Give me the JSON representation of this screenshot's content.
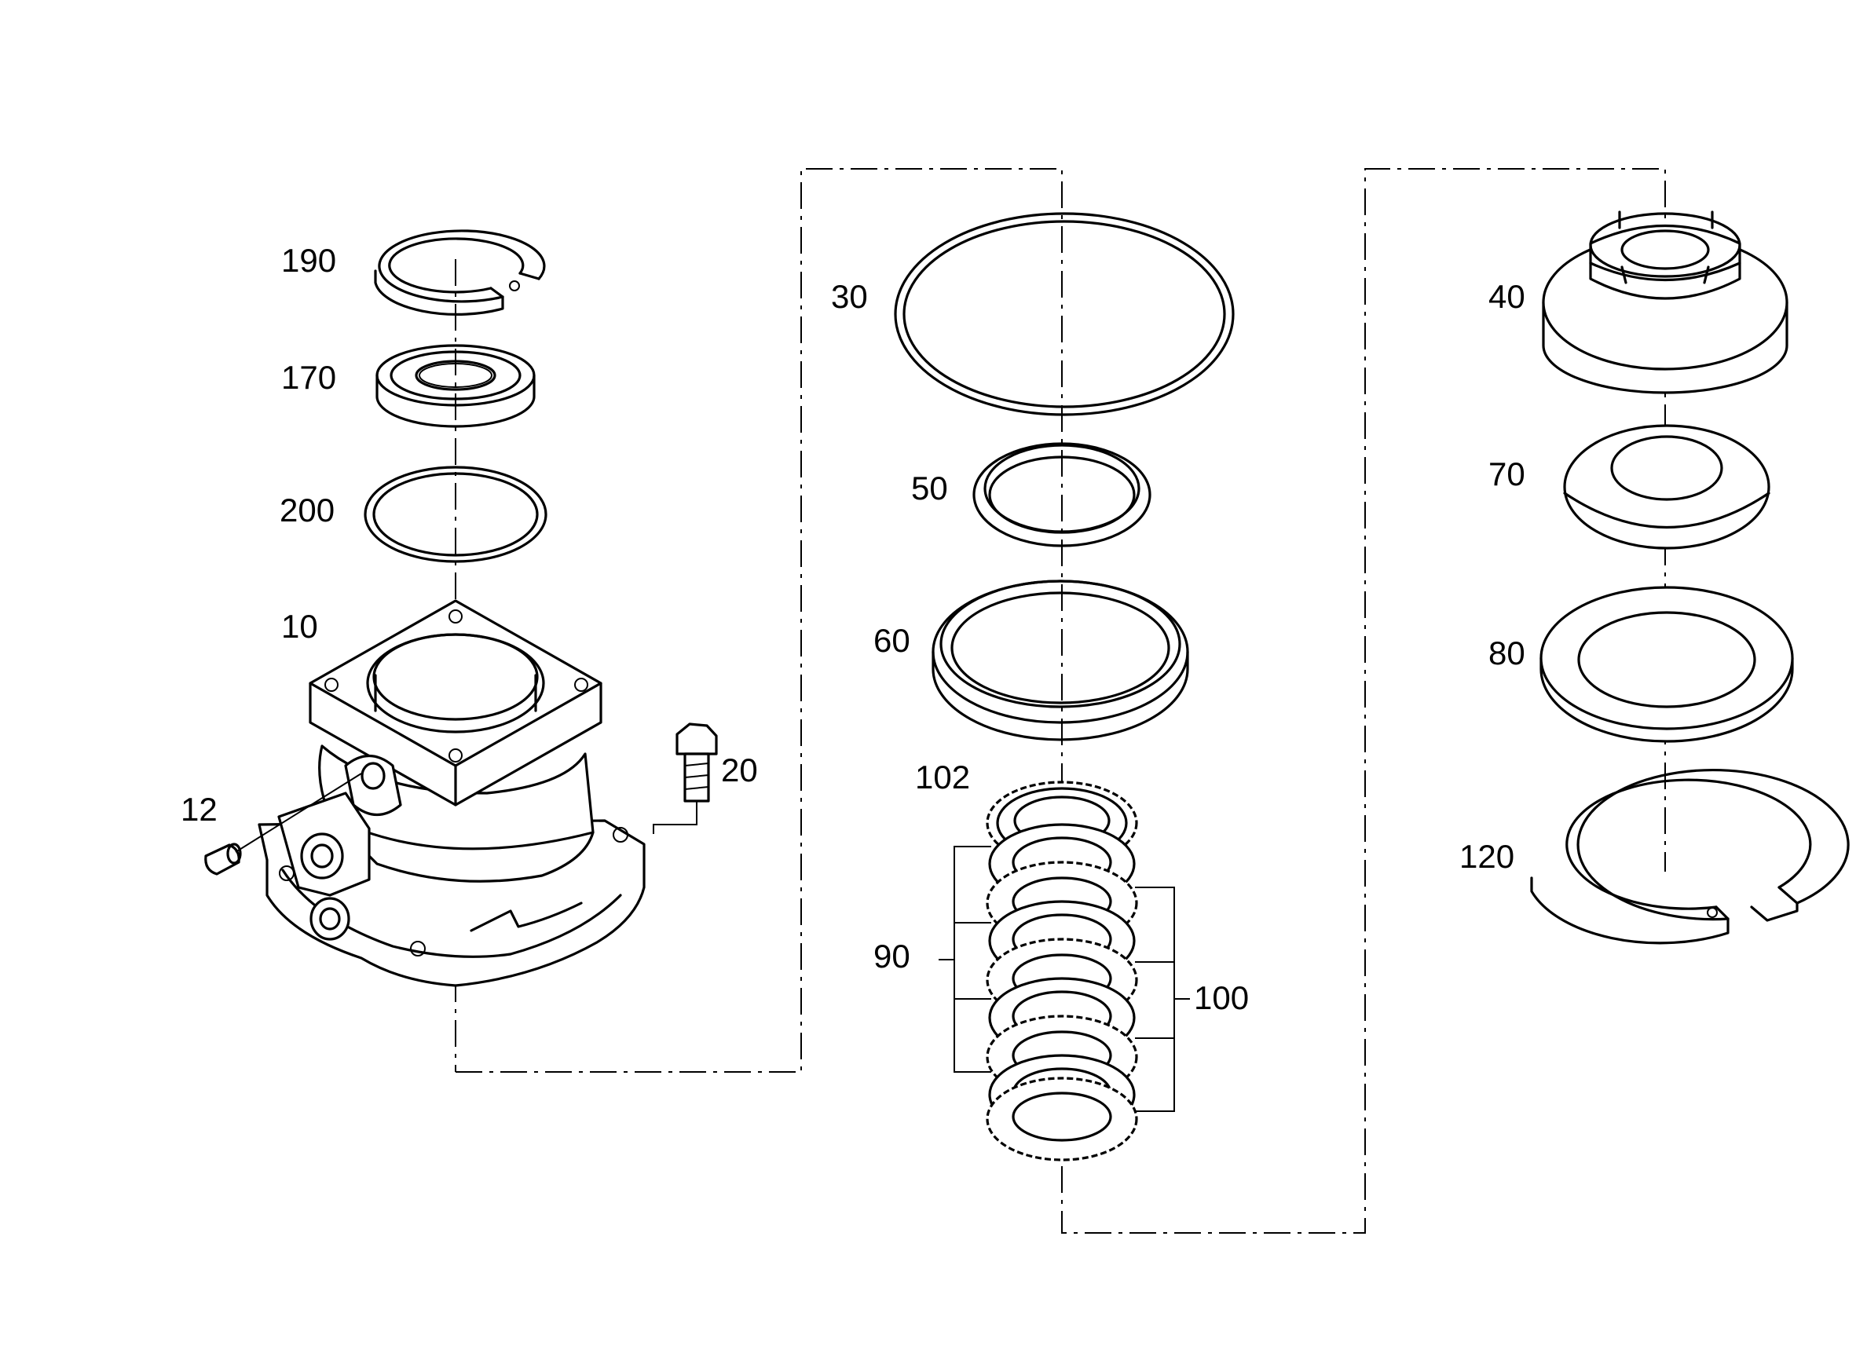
{
  "diagram": {
    "callouts": [
      {
        "id": "190",
        "text": "190"
      },
      {
        "id": "170",
        "text": "170"
      },
      {
        "id": "200",
        "text": "200"
      },
      {
        "id": "10",
        "text": "10"
      },
      {
        "id": "12",
        "text": "12"
      },
      {
        "id": "20",
        "text": "20"
      },
      {
        "id": "30",
        "text": "30"
      },
      {
        "id": "50",
        "text": "50"
      },
      {
        "id": "60",
        "text": "60"
      },
      {
        "id": "102",
        "text": "102"
      },
      {
        "id": "90",
        "text": "90"
      },
      {
        "id": "100",
        "text": "100"
      },
      {
        "id": "40",
        "text": "40"
      },
      {
        "id": "70",
        "text": "70"
      },
      {
        "id": "80",
        "text": "80"
      },
      {
        "id": "120",
        "text": "120"
      }
    ]
  }
}
